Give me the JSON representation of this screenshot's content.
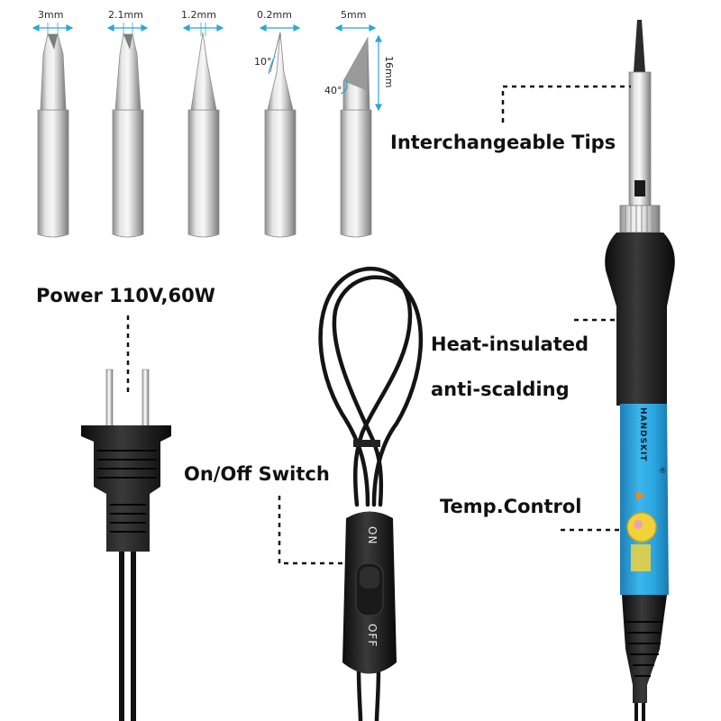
{
  "tips": [
    {
      "name": "tip-3mm",
      "label": "3mm"
    },
    {
      "name": "tip-2-1mm",
      "label": "2.1mm"
    },
    {
      "name": "tip-1-2mm",
      "label": "1.2mm"
    },
    {
      "name": "tip-0-2mm",
      "label": "0.2mm"
    },
    {
      "name": "tip-5mm",
      "label": "5mm"
    }
  ],
  "tip_annotations": {
    "angle_10": "10°",
    "angle_40": "40°",
    "length_16": "16mm"
  },
  "callouts": {
    "interchangeable_tips": "Interchangeable Tips",
    "power": "Power 110V,60W",
    "heat_insulated": "Heat-insulated",
    "anti_scalding": "anti-scalding",
    "on_off_switch": "On/Off Switch",
    "temp_control": "Temp.Control"
  },
  "switch": {
    "on": "ON",
    "off": "OFF"
  },
  "iron": {
    "brand": "HANDSKIT",
    "registered": "®"
  },
  "colors": {
    "handle_blue": "#2aa6e0",
    "grip_black": "#1c1c1c",
    "metal": "#c8c8c8",
    "dial_yellow": "#f2d23a",
    "accent_orange": "#f08a1c",
    "dimension_cyan": "#29a8d8"
  }
}
